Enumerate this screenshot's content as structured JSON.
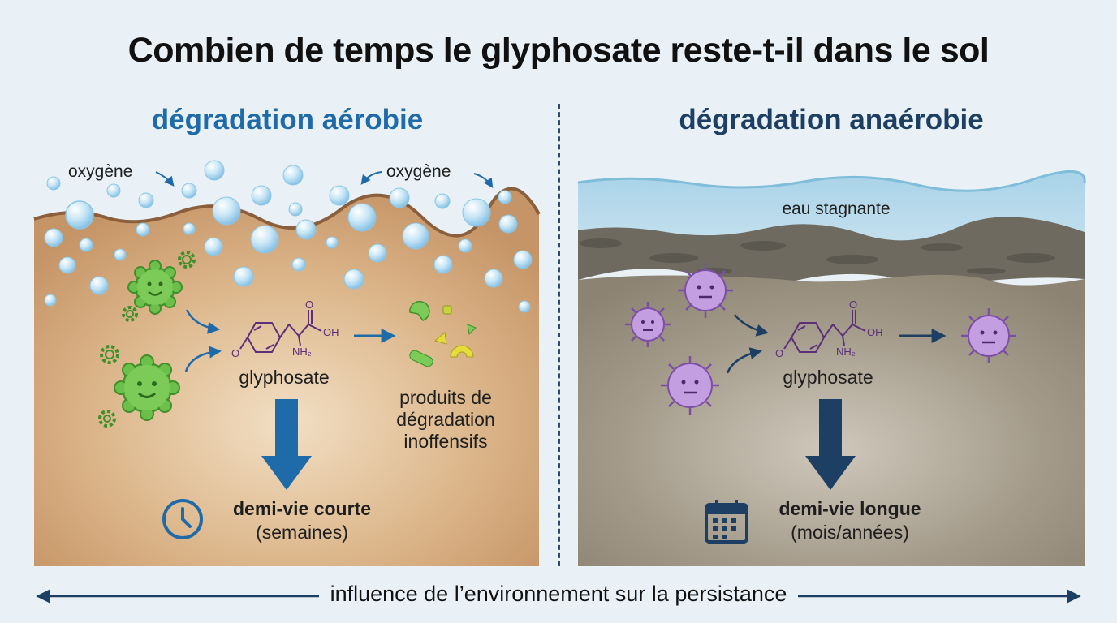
{
  "title": "Combien de temps le glyphosate reste-t-il dans le sol",
  "left": {
    "heading": "dégradation aérobie",
    "oxygen_label_1": "oxygène",
    "oxygen_label_2": "oxygène",
    "molecule_label": "glyphosate",
    "products_line1": "produits de",
    "products_line2": "dégradation",
    "products_line3": "inoffensifs",
    "half_life_title": "demi-vie courte",
    "half_life_sub": "(semaines)",
    "half_life_icon": "clock-icon"
  },
  "right": {
    "heading": "dégradation anaérobie",
    "water_label": "eau stagnante",
    "molecule_label": "glyphosate",
    "half_life_title": "demi-vie longue",
    "half_life_sub": "(mois/années)",
    "half_life_icon": "calendar-icon"
  },
  "molecule_text": {
    "o_minus": "O",
    "oh": "OH",
    "o_top": "O",
    "nh2": "NH₂"
  },
  "footer": "influence de l’environnement sur la persistance",
  "colors": {
    "aerobic_blue": "#1f6aa8",
    "anaerobic_navy": "#1d3f63",
    "microbe_green": "#6cbf4a",
    "microbe_purple": "#b48ad3",
    "soil_tan": "#c99a6d",
    "soil_grey": "#8f8675"
  }
}
